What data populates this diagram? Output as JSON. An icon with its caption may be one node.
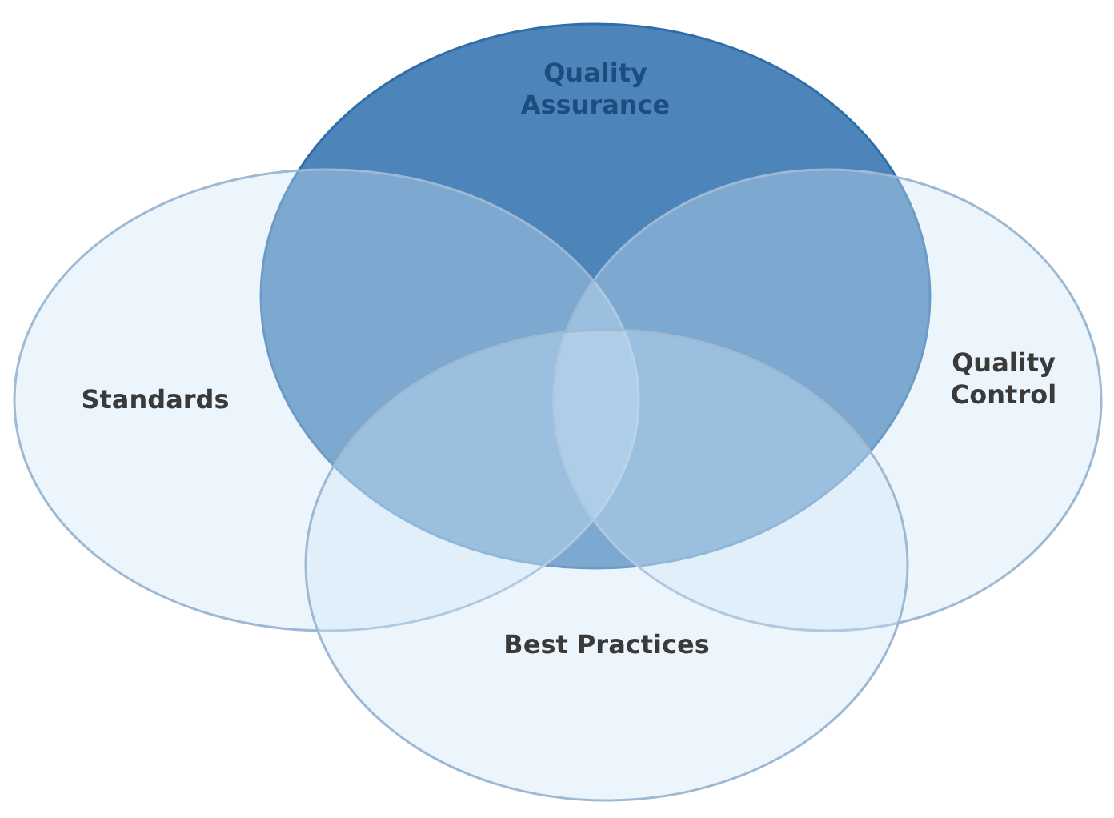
{
  "diagram": {
    "nodes": [
      {
        "text": [
          "Quality Assurance"
        ]
      },
      {
        "text": [
          "Standards"
        ]
      },
      {
        "text": [
          "Quality Control"
        ]
      },
      {
        "text": [
          "Best Practices"
        ]
      }
    ]
  }
}
